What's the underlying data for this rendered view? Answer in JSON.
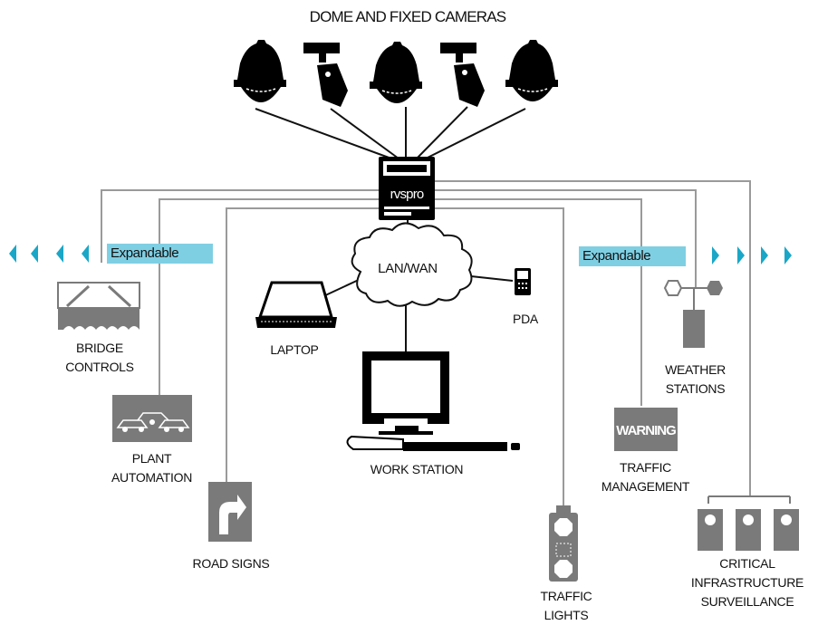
{
  "title": "DOME AND FIXED CAMERAS",
  "hub_label": "rvspro",
  "network_label": "LAN/WAN",
  "expandable_left": "Expandable",
  "expandable_right": "Expandable",
  "colors": {
    "accent": "#7fcfe3",
    "arrow": "#1aa7c7",
    "icon_gray": "#7a7a7a",
    "line": "#9a9a9a"
  },
  "nodes": {
    "bridge": [
      "BRIDGE",
      "CONTROLS"
    ],
    "plant": [
      "PLANT",
      "AUTOMATION"
    ],
    "road": [
      "ROAD SIGNS"
    ],
    "laptop": [
      "LAPTOP"
    ],
    "pda": [
      "PDA"
    ],
    "workstation": [
      "WORK STATION"
    ],
    "traffic_lights": [
      "TRAFFIC",
      "LIGHTS"
    ],
    "traffic_mgmt": [
      "TRAFFIC",
      "MANAGEMENT"
    ],
    "warning_sign": "WARNING",
    "weather": [
      "WEATHER",
      "STATIONS"
    ],
    "critical": [
      "CRITICAL",
      "INFRASTRUCTURE",
      "SURVEILLANCE"
    ]
  }
}
